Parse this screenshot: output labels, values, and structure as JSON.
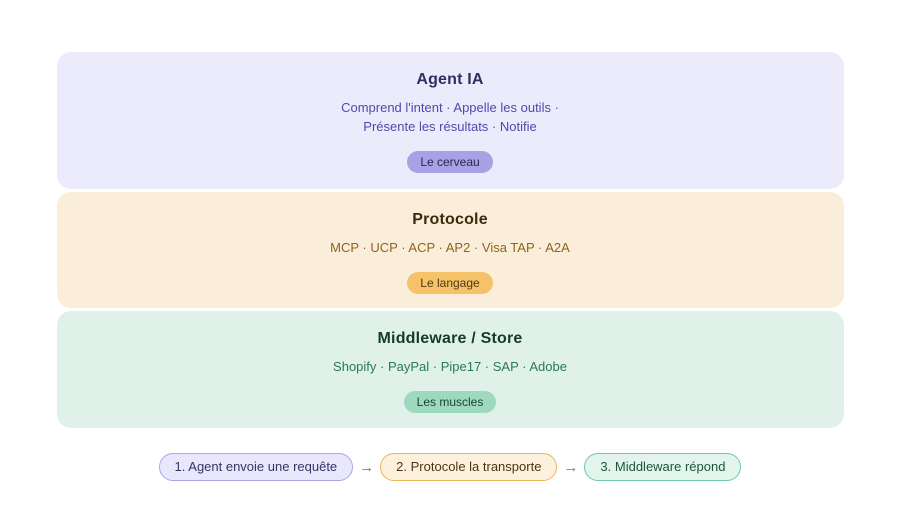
{
  "page": {
    "background": "#ffffff"
  },
  "layers": [
    {
      "title": "Agent IA",
      "subtitle_lines": [
        "Comprend l'intent · Appelle les outils ·",
        "Présente les résultats · Notifie"
      ],
      "badge": "Le cerveau",
      "colors": {
        "card_bg": "#ecebfb",
        "title": "#312e63",
        "subtitle": "#4f4aad",
        "badge_bg": "#a8a1e6",
        "badge_text": "#2a2753"
      }
    },
    {
      "title": "Protocole",
      "subtitle_lines": [
        "MCP · UCP · ACP · AP2 · Visa TAP · A2A"
      ],
      "badge": "Le langage",
      "colors": {
        "card_bg": "#faeeda",
        "title": "#3a2b0c",
        "subtitle": "#8a661c",
        "badge_bg": "#f5c169",
        "badge_text": "#503a10"
      }
    },
    {
      "title": "Middleware / Store",
      "subtitle_lines": [
        "Shopify · PayPal · Pipe17 · SAP · Adobe"
      ],
      "badge": "Les muscles",
      "colors": {
        "card_bg": "#dff1e9",
        "title": "#153b2c",
        "subtitle": "#277a56",
        "badge_bg": "#9fd9bd",
        "badge_text": "#174632"
      }
    }
  ],
  "flow": {
    "arrow": "→",
    "steps": [
      {
        "label": "1. Agent envoie une requête",
        "colors": {
          "bg": "#e9e7fc",
          "border": "#aca5e8",
          "text": "#373364"
        }
      },
      {
        "label": "2. Protocole la transporte",
        "colors": {
          "bg": "#fcf1dd",
          "border": "#eeb45c",
          "text": "#4d3513"
        }
      },
      {
        "label": "3. Middleware répond",
        "colors": {
          "bg": "#e2f5ec",
          "border": "#6fc9a1",
          "text": "#1d5540"
        }
      }
    ]
  }
}
